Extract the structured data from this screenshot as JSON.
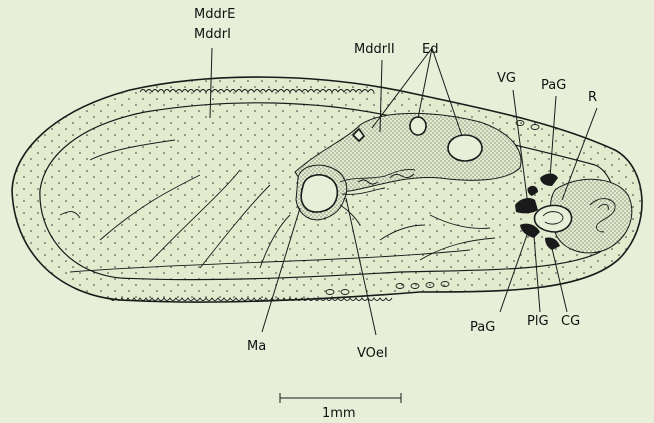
{
  "labels": {
    "mddr_e": "MddrE",
    "mddr_i": "MddrI",
    "mddr_ii": "MddrII",
    "ed": "Ed",
    "vg": "VG",
    "pag_top": "PaG",
    "r": "R",
    "pag_bottom": "PaG",
    "plg": "PlG",
    "cg": "CG",
    "ma": "Ma",
    "voe": "VOeI"
  },
  "scale_bar": {
    "label": "1mm"
  }
}
